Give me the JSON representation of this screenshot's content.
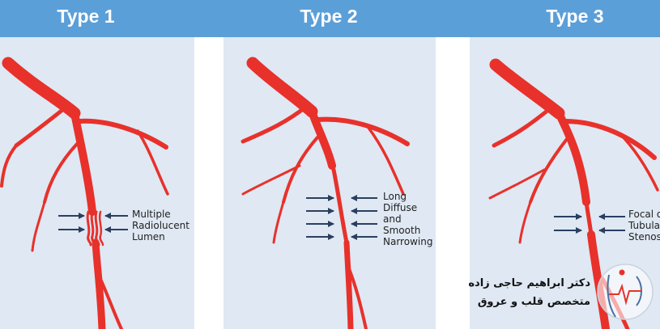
{
  "panels": [
    {
      "title": "Type 1",
      "label": [
        "Multiple",
        "Radiolucent",
        "Lumen"
      ]
    },
    {
      "title": "Type 2",
      "label": [
        "Long",
        "Diffuse",
        "and",
        "Smooth",
        "Narrowing"
      ]
    },
    {
      "title": "Type 3",
      "label": [
        "Focal o",
        "Tubula",
        "Stenos"
      ]
    }
  ],
  "watermark": {
    "line1": "دکتر ابراهیم حاجی زاده",
    "line2": "متخصص قلب و عروق"
  },
  "colors": {
    "header": "#5b9fd8",
    "panel": "#dfe8f3",
    "vessel": "#e8312b",
    "arrow": "#2a3f5f"
  }
}
